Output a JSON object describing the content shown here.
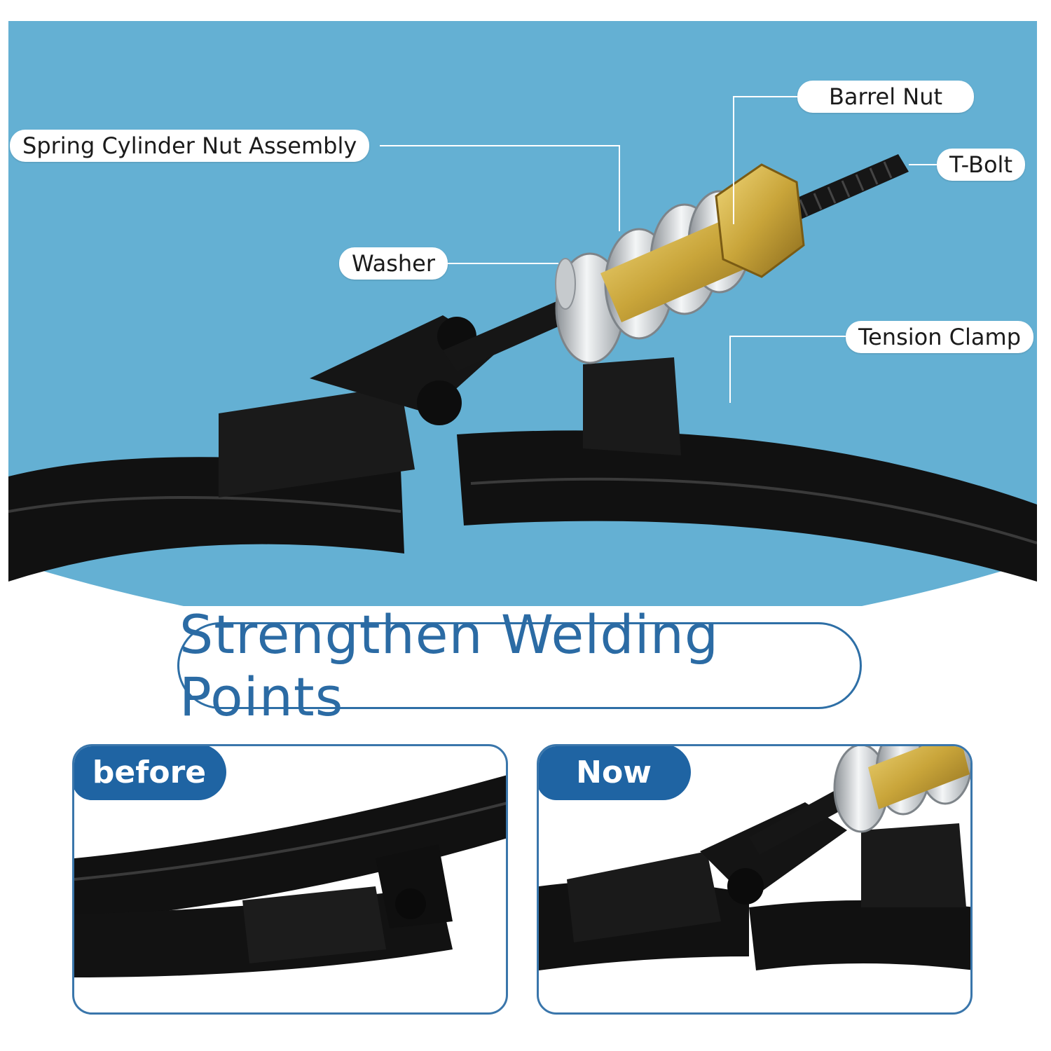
{
  "colors": {
    "panel_bg": "#64b0d3",
    "accent_blue": "#2b6ba4",
    "tag_blue": "#1f64a3",
    "clamp_black": "#111111",
    "brass": "#c9a53a",
    "silver": "#d8dbde"
  },
  "callouts": {
    "spring_cylinder": "Spring Cylinder Nut Assembly",
    "washer": "Washer",
    "barrel_nut": "Barrel Nut",
    "t_bolt": "T-Bolt",
    "tension_clamp": "Tension Clamp"
  },
  "headline": "Strengthen Welding Points",
  "comparison": {
    "before_label": "before",
    "now_label": "Now"
  }
}
